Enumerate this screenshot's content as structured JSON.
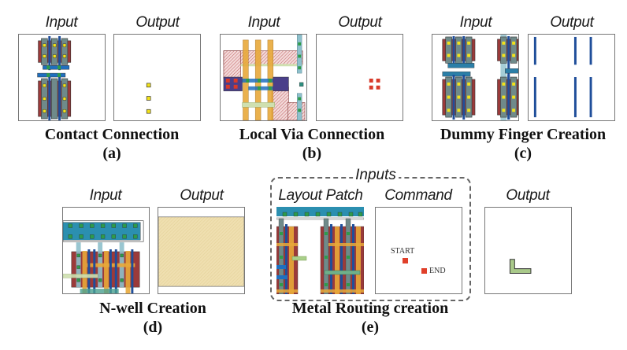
{
  "colors": {
    "metal_blue": "#1f4e9a",
    "poly_gray": "#6f8a8a",
    "diffusion_red": "#9b3a3a",
    "contact_yellow": "#f2e21a",
    "via_green": "#2e9c4a",
    "teal_metal": "#2b8fb0",
    "orange_poly": "#e8a93a",
    "nwell_tan": "#efdfb0",
    "route_green": "#a9c98a",
    "marker_red": "#e0402a"
  },
  "panels": {
    "a": {
      "input_label": "Input",
      "output_label": "Output",
      "title": "Contact Connection",
      "sublabel": "(a)"
    },
    "b": {
      "input_label": "Input",
      "output_label": "Output",
      "title": "Local Via Connection",
      "sublabel": "(b)"
    },
    "c": {
      "input_label": "Input",
      "output_label": "Output",
      "title": "Dummy Finger Creation",
      "sublabel": "(c)"
    },
    "d": {
      "input_label": "Input",
      "output_label": "Output",
      "title": "N-well Creation",
      "sublabel": "(d)"
    },
    "e": {
      "group_label": "Inputs",
      "layout_patch_label": "Layout Patch",
      "command_label": "Command",
      "output_label": "Output",
      "command_start": "START",
      "command_end": "END",
      "title": "Metal Routing creation",
      "sublabel": "(e)"
    }
  }
}
